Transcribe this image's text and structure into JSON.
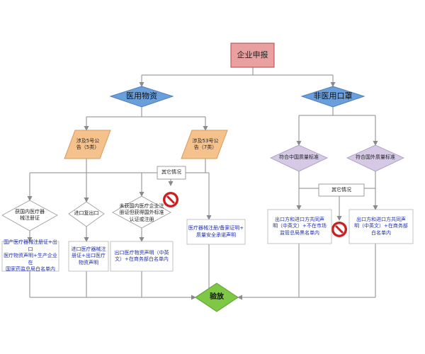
{
  "flow": {
    "top": "企业申报",
    "medical": "医用物资",
    "nonmedical": "非医用口罩",
    "p5": "涉及5号公\n告（5类）",
    "p53": "涉及53号公\n告（7类）",
    "other_left": "其它情况",
    "other_right": "其它情况",
    "d_domestic": "获国内医疗器\n械注册证",
    "d_reexport": "进口复出口",
    "d_foreign": "未获国内医疗企业注\n册证但获得国外标准\n认证或注册",
    "d_cn_std": "符合中国质量标准",
    "d_foreign_std": "符合国外质量标准",
    "b1": "国产医疗器械注册证+出口\n医疗物资声明+生产企业在\n国家药监总局白名单内",
    "b2": "进口医疗器械注\n册证+出口医疗\n物资声明",
    "b3": "出口医疗物资声明（中英\n文）+在商务部白名单内",
    "b4": "医疗器械注册/备案证明+\n质量安全承诺声明",
    "b5": "出口方和进口方共同声\n明（中英文）+不在市场\n监管总局黑名单内",
    "b6": "出口方和进口方共同声\n明（中英文）+在商务部\n白名单内",
    "verify": "验放"
  },
  "colors": {
    "top_fill": "#e8a0a0",
    "top_border": "#b04848",
    "blue_diamond": "#6a9fdc",
    "para_fill": "#f5c28e",
    "purple_diamond": "#d5c9e6",
    "verify_fill": "#7ec845",
    "connector": "#8a8a8a",
    "box_text": "#1f2fb3",
    "no_sign": "#cc1f1f"
  },
  "icons": [
    "no-entry-icon",
    "no-entry-icon"
  ]
}
